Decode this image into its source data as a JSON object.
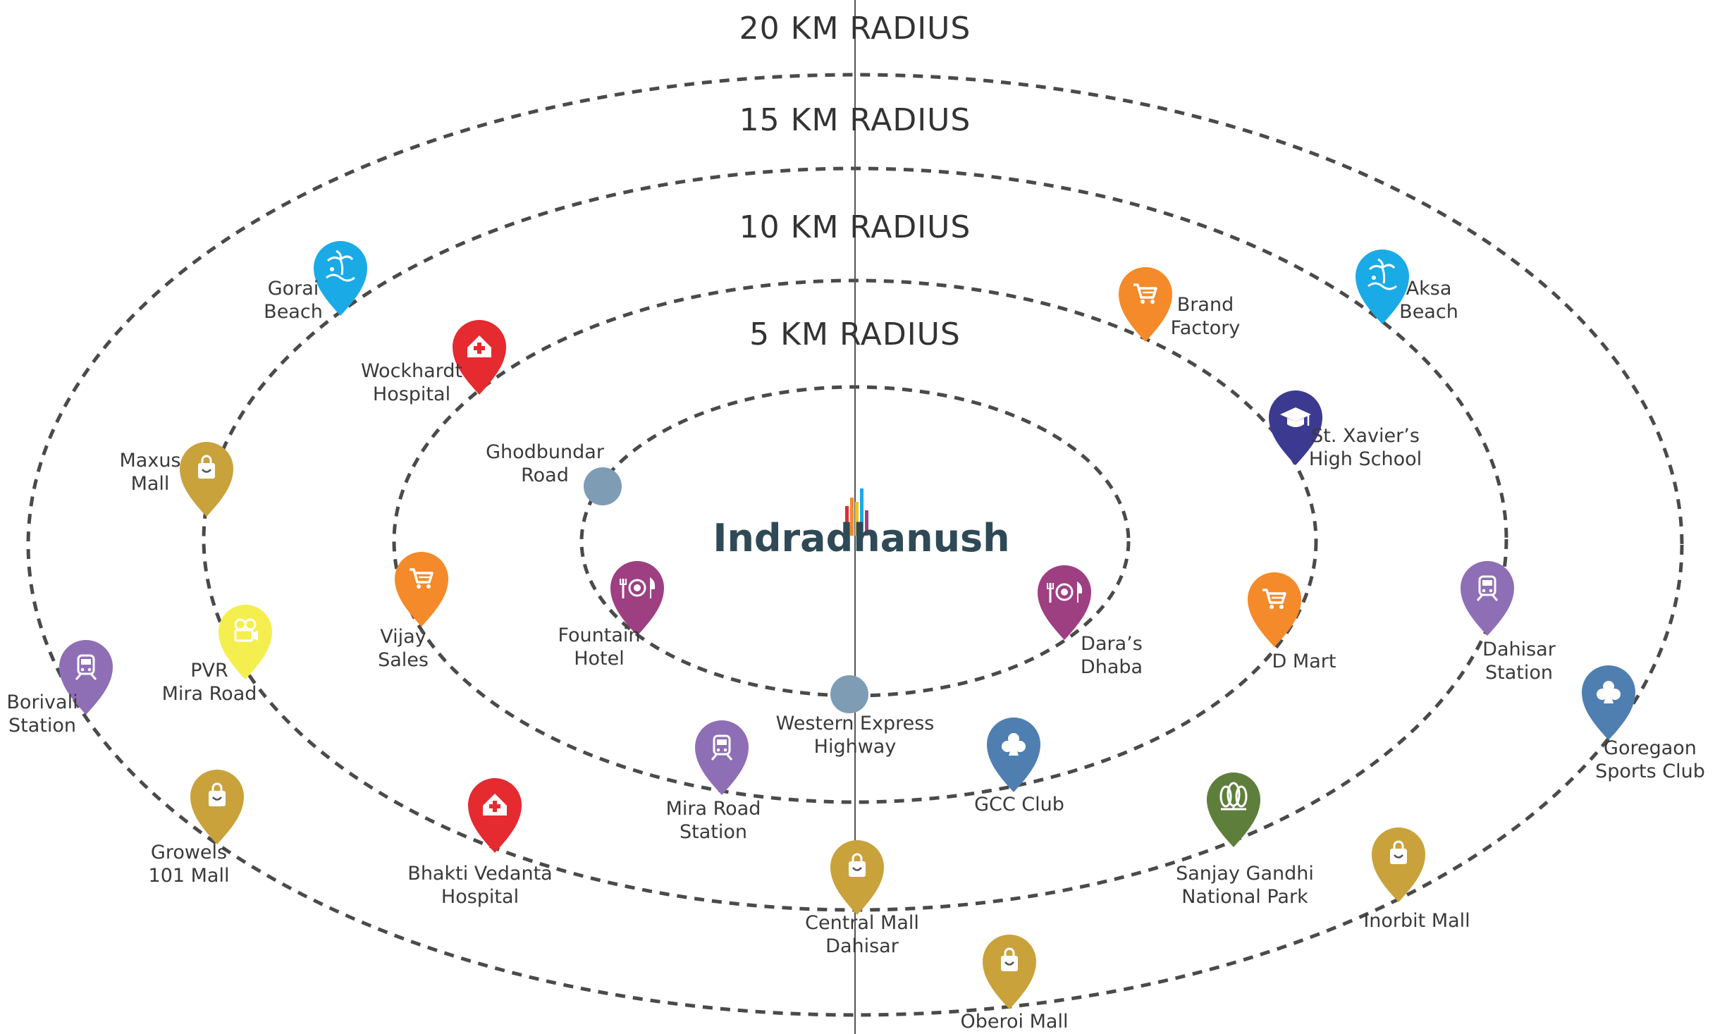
{
  "rings": [
    {
      "label": "20 KM RADIUS"
    },
    {
      "label": "15 KM RADIUS"
    },
    {
      "label": "10 KM RADIUS"
    },
    {
      "label": "5 KM RADIUS"
    }
  ],
  "brand": {
    "name": "Indradhanush"
  },
  "colors": {
    "leisure": "#1aabe6",
    "hospital": "#e52a30",
    "shopping": "#f58a2a",
    "mall": "#c9a23c",
    "school": "#3c3a90",
    "dining": "#9e3f82",
    "station": "#8e6fb5",
    "club": "#4f7fb0",
    "park": "#5e7f3c",
    "cinema": "#f4ef4e",
    "road": "#7f9cb5"
  },
  "landmarks": [
    {
      "key": "gorai-beach",
      "lines": [
        "Gorai",
        "Beach"
      ],
      "category": "leisure",
      "icon": "palm-beach-icon"
    },
    {
      "key": "aksa-beach",
      "lines": [
        "Aksa",
        "Beach"
      ],
      "category": "leisure",
      "icon": "palm-beach-icon"
    },
    {
      "key": "wockhardt-hospital",
      "lines": [
        "Wockhardt",
        "Hospital"
      ],
      "category": "hospital",
      "icon": "hospital-icon"
    },
    {
      "key": "brand-factory",
      "lines": [
        "Brand",
        "Factory"
      ],
      "category": "shopping",
      "icon": "shopping-cart-icon"
    },
    {
      "key": "maxus-mall",
      "lines": [
        "Maxus",
        "Mall"
      ],
      "category": "mall",
      "icon": "shopping-bag-icon"
    },
    {
      "key": "st-xaviers-high-school",
      "lines": [
        "St. Xavier’s",
        "High School"
      ],
      "category": "school",
      "icon": "graduation-cap-icon"
    },
    {
      "key": "vijay-sales",
      "lines": [
        "Vijay",
        "Sales"
      ],
      "category": "shopping",
      "icon": "shopping-cart-icon"
    },
    {
      "key": "fountain-hotel",
      "lines": [
        "Fountain",
        "Hotel"
      ],
      "category": "dining",
      "icon": "dining-icon"
    },
    {
      "key": "daras-dhaba",
      "lines": [
        "Dara’s",
        "Dhaba"
      ],
      "category": "dining",
      "icon": "dining-icon"
    },
    {
      "key": "d-mart",
      "lines": [
        "D Mart"
      ],
      "category": "shopping",
      "icon": "shopping-cart-icon"
    },
    {
      "key": "dahisar-station",
      "lines": [
        "Dahisar",
        "Station"
      ],
      "category": "station",
      "icon": "train-icon"
    },
    {
      "key": "pvr-mira-road",
      "lines": [
        "PVR",
        "Mira Road"
      ],
      "category": "cinema",
      "icon": "movie-camera-icon"
    },
    {
      "key": "borivali-station",
      "lines": [
        "Borivali",
        "Station"
      ],
      "category": "station",
      "icon": "train-icon"
    },
    {
      "key": "goregaon-sports-club",
      "lines": [
        "Goregaon",
        "Sports Club"
      ],
      "category": "club",
      "icon": "club-icon"
    },
    {
      "key": "mira-road-station",
      "lines": [
        "Mira Road",
        "Station"
      ],
      "category": "station",
      "icon": "train-icon"
    },
    {
      "key": "gcc-club",
      "lines": [
        "GCC Club"
      ],
      "category": "club",
      "icon": "club-icon"
    },
    {
      "key": "growels-101-mall",
      "lines": [
        "Growels",
        "101 Mall"
      ],
      "category": "mall",
      "icon": "shopping-bag-icon"
    },
    {
      "key": "bhakti-vedanta-hospital",
      "lines": [
        "Bhakti Vedanta",
        "Hospital"
      ],
      "category": "hospital",
      "icon": "hospital-icon"
    },
    {
      "key": "sanjay-gandhi-national-park",
      "lines": [
        "Sanjay Gandhi",
        "National Park"
      ],
      "category": "park",
      "icon": "trees-icon"
    },
    {
      "key": "central-mall-dahisar",
      "lines": [
        "Central Mall",
        "Dahisar"
      ],
      "category": "mall",
      "icon": "shopping-bag-icon"
    },
    {
      "key": "inorbit-mall",
      "lines": [
        "Inorbit Mall"
      ],
      "category": "mall",
      "icon": "shopping-bag-icon"
    },
    {
      "key": "oberoi-mall",
      "lines": [
        "Oberoi Mall"
      ],
      "category": "mall",
      "icon": "shopping-bag-icon"
    }
  ],
  "roads": [
    {
      "key": "ghodbunder-road",
      "lines": [
        "Ghodbundar",
        "Road"
      ]
    },
    {
      "key": "western-express-highway",
      "lines": [
        "Western Express",
        "Highway"
      ]
    }
  ]
}
